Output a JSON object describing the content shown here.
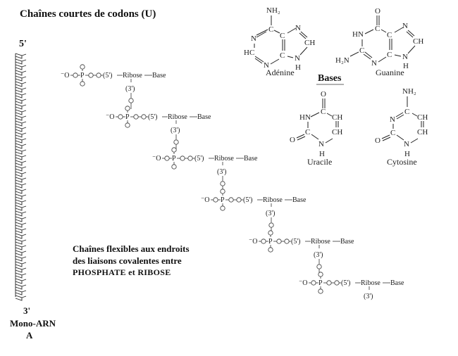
{
  "title": "Chaînes courtes de codons (U)",
  "strand": {
    "top_label": "5'",
    "bottom_label": "3'",
    "name_line1": "Mono-ARN",
    "name_line2": "A"
  },
  "chain": {
    "o_minus": "⁻O",
    "o": "O",
    "p": "P",
    "five_prime": "(5')",
    "three_prime": "(3')",
    "ribose": "Ribose",
    "base": "Base"
  },
  "note": {
    "line1": "Chaînes flexibles aux endroits",
    "line2": "des liaisons covalentes entre",
    "line3": "PHOSPHATE et RIBOSE"
  },
  "bases": {
    "heading": "Bases",
    "adenine": {
      "name": "Adénine",
      "nh2": "NH₂",
      "n": "N",
      "hc": "HC",
      "ch": "CH",
      "nh": "N",
      "h": "H",
      "c": "C"
    },
    "guanine": {
      "name": "Guanine",
      "o": "O",
      "hn": "HN",
      "h2n": "H₂N",
      "n": "N",
      "ch": "CH",
      "h": "H",
      "c": "C"
    },
    "uracile": {
      "name": "Uracile",
      "o": "O",
      "hn": "HN",
      "ch": "CH",
      "n": "N",
      "h": "H",
      "c": "C"
    },
    "cytosine": {
      "name": "Cytosine",
      "nh2": "NH₂",
      "n": "N",
      "ch": "CH",
      "o": "O",
      "h": "H",
      "c": "C"
    }
  }
}
